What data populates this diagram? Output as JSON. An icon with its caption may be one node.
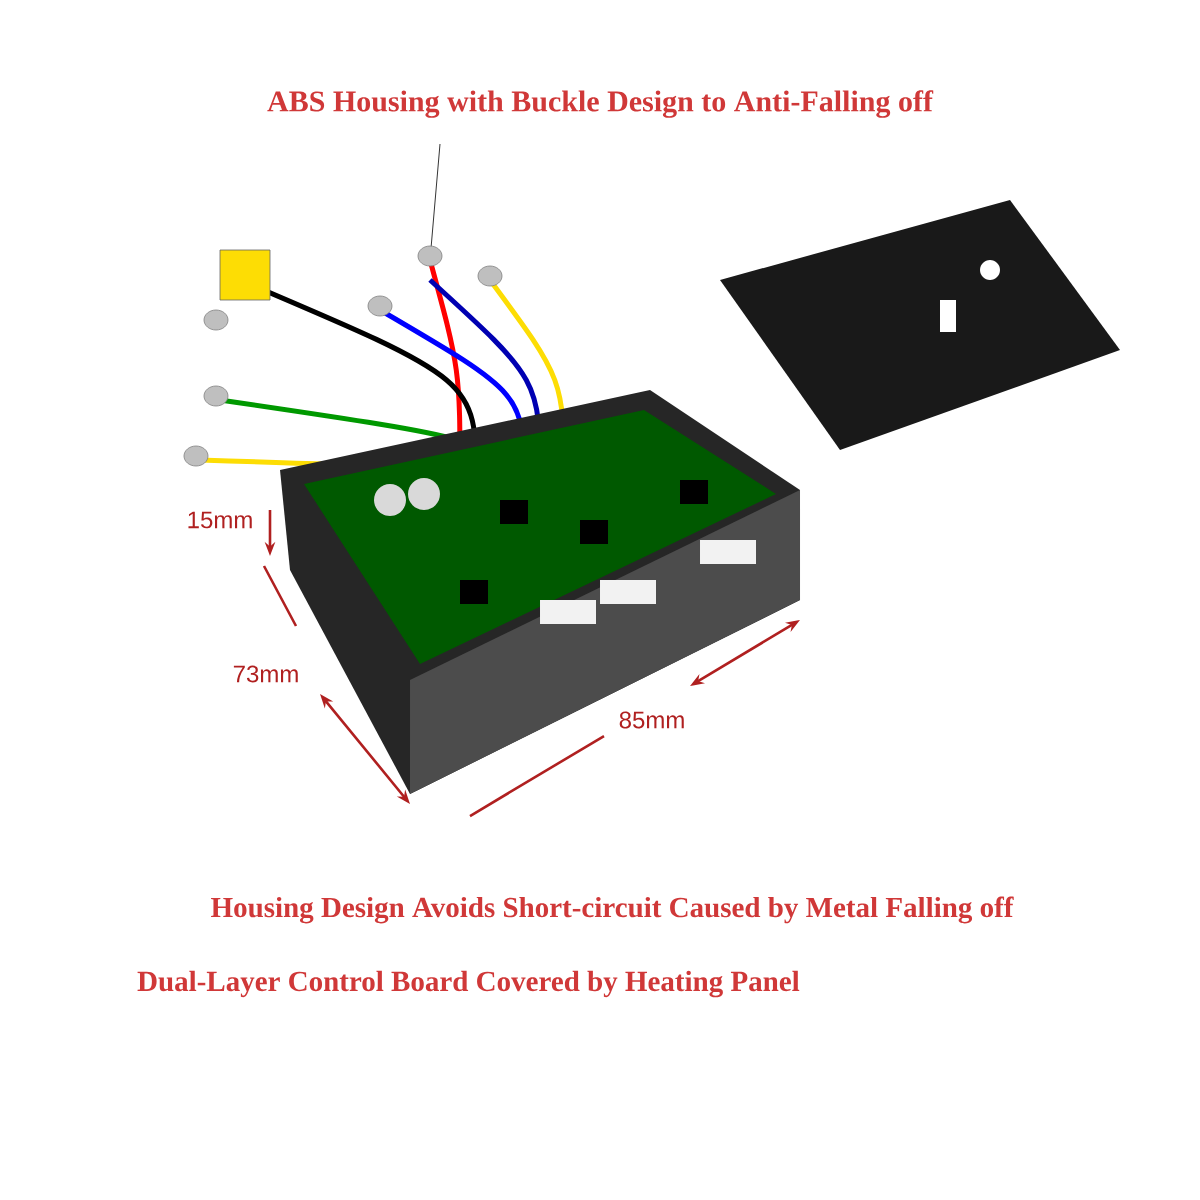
{
  "diagram": {
    "title": "ABS Housing with Buckle Design to Anti-Falling off",
    "labels": [
      "15mm",
      "73mm",
      "85mm",
      "Housing Design Avoids Short-circuit Caused by Metal Falling off",
      "Dual-Layer Control Board Covered by Heating Panel"
    ]
  }
}
